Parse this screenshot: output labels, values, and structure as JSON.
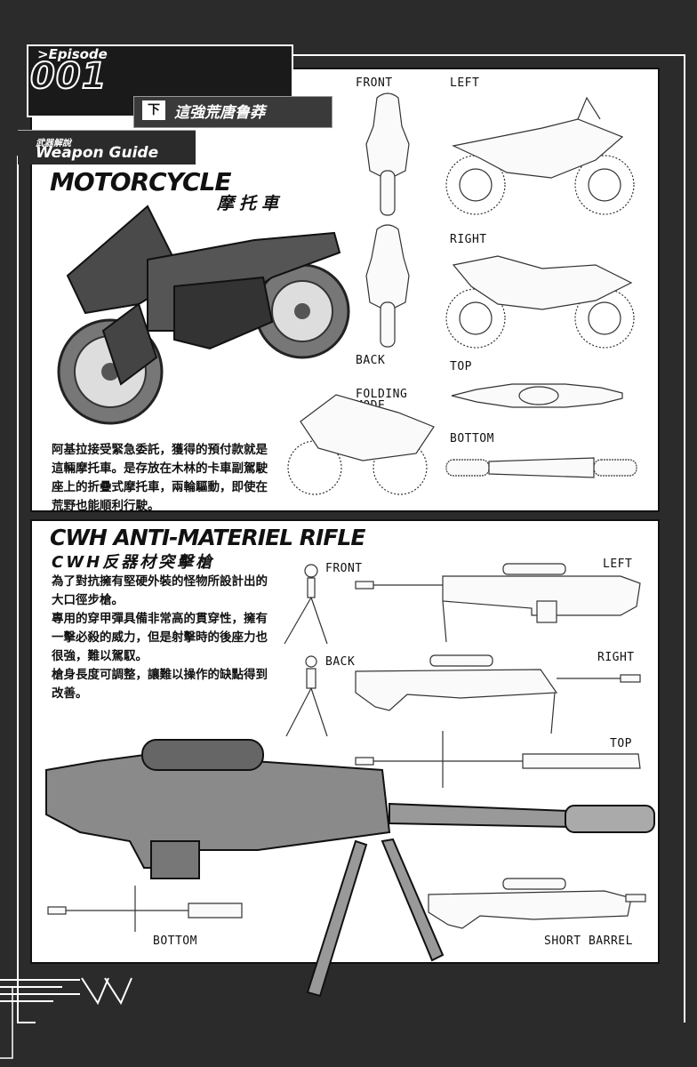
{
  "header": {
    "episode_label": ">Episode",
    "episode_number": "001",
    "chapter_marker": "下",
    "chapter_title": "這強荒唐鲁莽",
    "guide_zh": "武器解說",
    "guide_en": "Weapon Guide"
  },
  "motorcycle": {
    "title_en": "MOTORCYCLE",
    "title_zh": "摩托車",
    "view_labels": {
      "front": "FRONT",
      "left": "LEFT",
      "right": "RIGHT",
      "back": "BACK",
      "top": "TOP",
      "folding_line1": "FOLDING",
      "folding_line2": "MODE",
      "bottom": "BOTTOM"
    },
    "description": [
      "阿基拉接受緊急委託，獲得的預付款就是",
      "這輛摩托車。是存放在木林的卡車副駕駛",
      "座上的折疊式摩托車，兩輪驅動，即使在",
      "荒野也能順利行駛。"
    ]
  },
  "rifle": {
    "title_en": "CWH ANTI-MATERIEL RIFLE",
    "title_zh": "CWH反器材突擊槍",
    "view_labels": {
      "front": "FRONT",
      "left": "LEFT",
      "back": "BACK",
      "right": "RIGHT",
      "top": "TOP",
      "bottom": "BOTTOM",
      "short_barrel": "SHORT BARREL"
    },
    "description": [
      "為了對抗擁有堅硬外裝的怪物所設計出的",
      "大口徑步槍。",
      "專用的穿甲彈具備非常高的貫穿性，擁有",
      "一擊必殺的威力，但是射擊時的後座力也",
      "很強，難以駕馭。",
      "槍身長度可調整，讓難以操作的缺點得到",
      "改善。"
    ]
  }
}
